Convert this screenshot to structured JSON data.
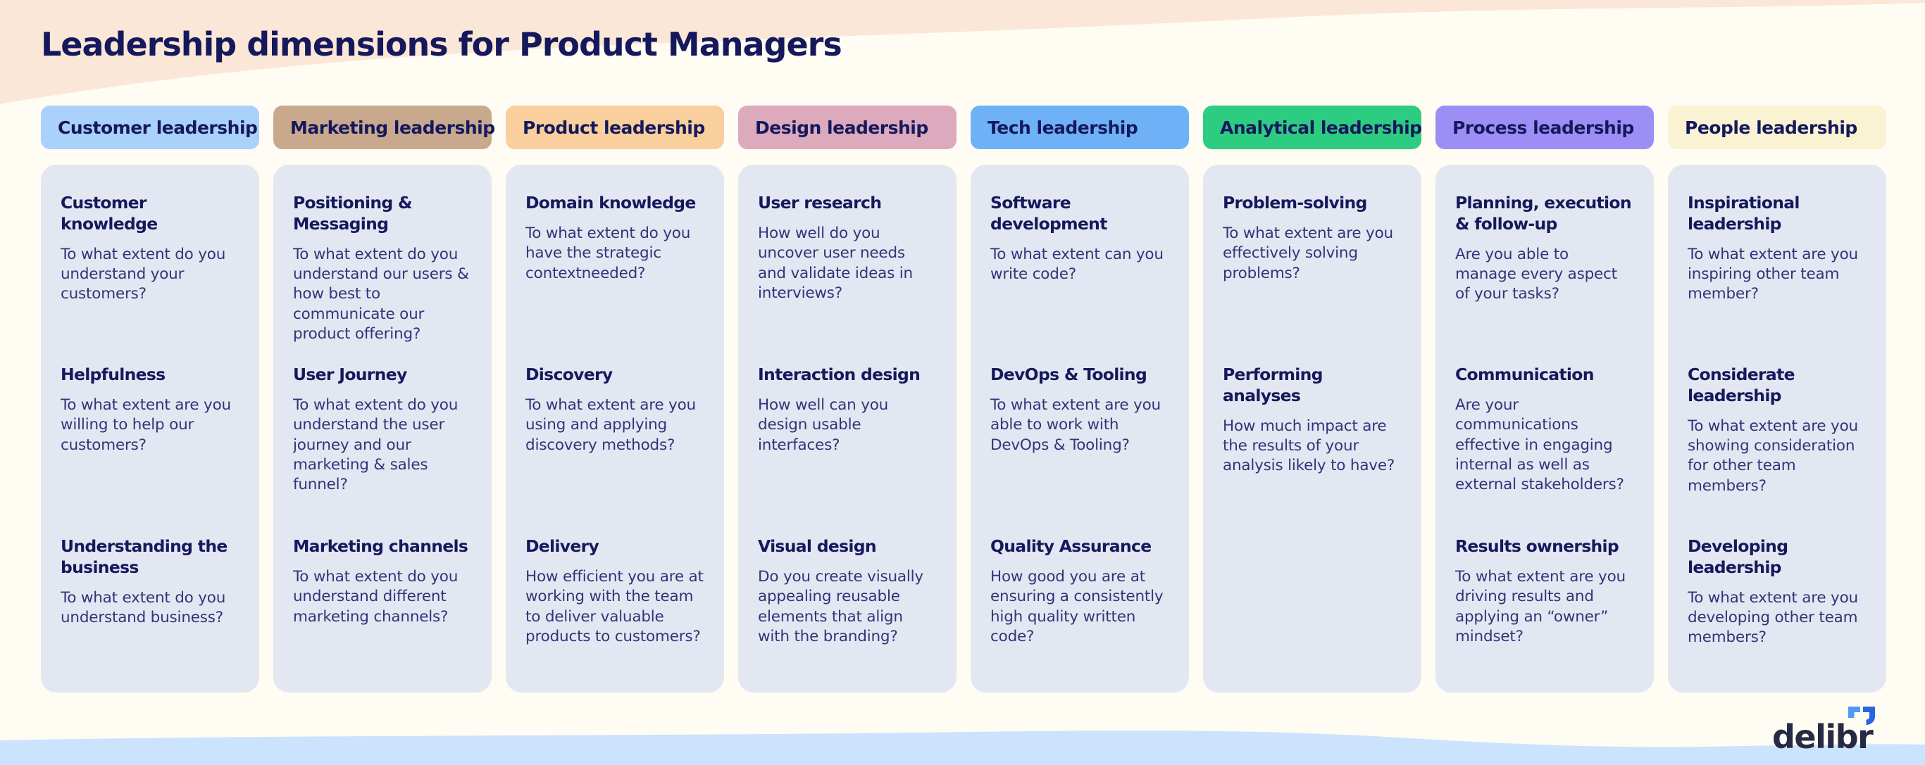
{
  "page": {
    "title": "Leadership dimensions for Product Managers",
    "background_color": "#FFFCF3",
    "top_wave_color": "#FBE7D7",
    "bottom_wave_color": "#CBE3FC",
    "column_bg_color": "#E3E7F1",
    "heading_text_color": "#15195C",
    "body_text_color": "#31357A"
  },
  "logo": {
    "text": "delibr",
    "icon": "delibr-quote-marks",
    "icon_color_light": "#4D9AF7",
    "icon_color_dark": "#2766DF",
    "text_color": "#262B44"
  },
  "columns": [
    {
      "header": {
        "label": "Customer leadership",
        "color": "#A9D1F9"
      },
      "cards": [
        {
          "title": "Customer knowledge",
          "description": "To what extent do you understand your customers?"
        },
        {
          "title": "Helpfulness",
          "description": "To what extent are you willing to help our customers?"
        },
        {
          "title": "Understanding the business",
          "description": "To what extent do you understand business?"
        }
      ]
    },
    {
      "header": {
        "label": "Marketing leadership",
        "color": "#C9A98E"
      },
      "cards": [
        {
          "title": "Positioning & Messaging",
          "description": "To what extent do you understand our users & how best to communicate our product offering?"
        },
        {
          "title": "User Journey",
          "description": "To what extent do you understand the user journey and our marketing & sales funnel?"
        },
        {
          "title": "Marketing channels",
          "description": "To what extent do you understand different marketing channels?"
        }
      ]
    },
    {
      "header": {
        "label": "Product leadership",
        "color": "#F9CF9E"
      },
      "cards": [
        {
          "title": "Domain knowledge",
          "description": "To what extent do you have the strategic contextneeded?"
        },
        {
          "title": "Discovery",
          "description": "To what extent are you using and applying discovery methods?"
        },
        {
          "title": "Delivery",
          "description": "How efficient you are at working with the team to deliver valuable products to customers?"
        }
      ]
    },
    {
      "header": {
        "label": "Design leadership",
        "color": "#DCA9BD"
      },
      "cards": [
        {
          "title": "User research",
          "description": "How well do you uncover user needs and validate ideas in interviews?"
        },
        {
          "title": "Interaction design",
          "description": "How well can you design usable interfaces?"
        },
        {
          "title": "Visual design",
          "description": "Do you create visually appealing reusable elements that align with the branding?"
        }
      ]
    },
    {
      "header": {
        "label": "Tech leadership",
        "color": "#6FB1F6"
      },
      "cards": [
        {
          "title": "Software development",
          "description": "To what extent can you write code?"
        },
        {
          "title": "DevOps & Tooling",
          "description": "To what extent are you able to work with DevOps & Tooling?"
        },
        {
          "title": "Quality Assurance",
          "description": "How good you are at ensuring a consistently high quality written code?"
        }
      ]
    },
    {
      "header": {
        "label": "Analytical leadership",
        "color": "#2DCD81"
      },
      "cards": [
        {
          "title": "Problem-solving",
          "description": "To what extent are you effectively solving problems?"
        },
        {
          "title": "Performing analyses",
          "description": "How much impact are the results of your analysis likely to have?"
        }
      ]
    },
    {
      "header": {
        "label": "Process leadership",
        "color": "#9D8EF6"
      },
      "cards": [
        {
          "title": "Planning, execution & follow-up",
          "description": "Are you able to manage every aspect of your tasks?"
        },
        {
          "title": "Communication",
          "description": "Are your communications effective in engaging internal as well as external stakeholders?"
        },
        {
          "title": "Results ownership",
          "description": "To what extent are you driving results and applying an “owner” mindset?"
        }
      ]
    },
    {
      "header": {
        "label": "People leadership",
        "color": "#FAF3D3"
      },
      "cards": [
        {
          "title": "Inspirational leadership",
          "description": "To what extent are you inspiring other team member?"
        },
        {
          "title": "Considerate leadership",
          "description": "To what extent are you showing consideration for other team members?"
        },
        {
          "title": "Developing leadership",
          "description": "To what extent are you developing other team members?"
        }
      ]
    }
  ]
}
